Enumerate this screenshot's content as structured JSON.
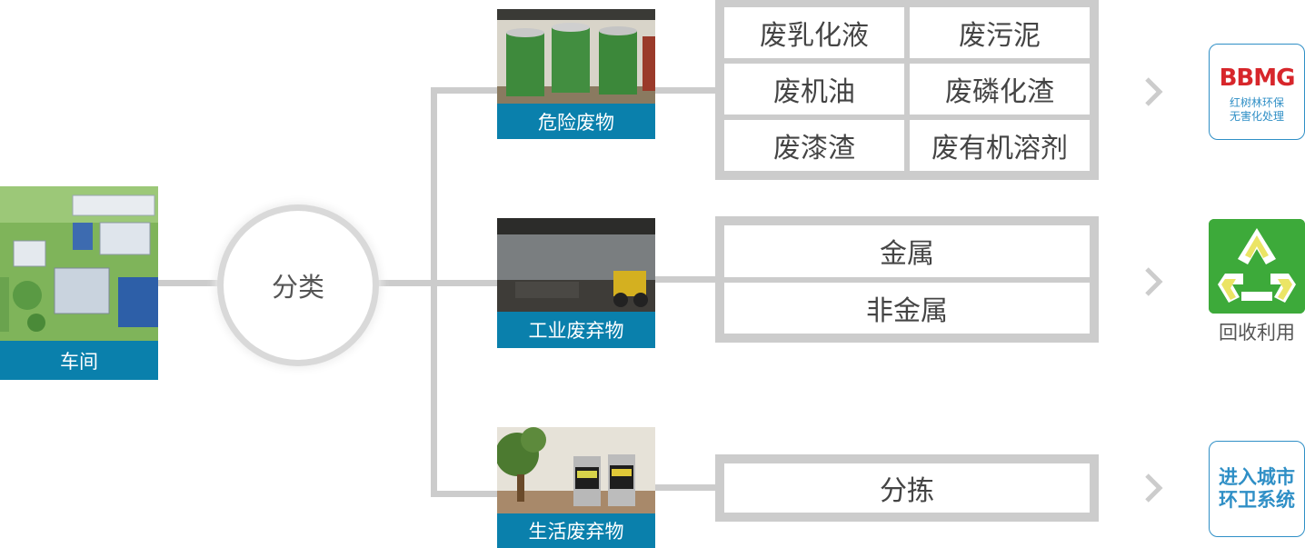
{
  "source": {
    "label": "车间"
  },
  "classify": {
    "label": "分类"
  },
  "categories": [
    {
      "label": "危险废物"
    },
    {
      "label": "工业废弃物"
    },
    {
      "label": "生活废弃物"
    }
  ],
  "hazardous_items": [
    "废乳化液",
    "废污泥",
    "废机油",
    "废磷化渣",
    "废漆渣",
    "废有机溶剂"
  ],
  "industrial_items": [
    "金属",
    "非金属"
  ],
  "domestic_items": [
    "分拣"
  ],
  "destinations": {
    "bbmg": {
      "logo": "BBMG",
      "line1": "红树林环保",
      "line2": "无害化处理"
    },
    "recycle": {
      "label": "回收利用"
    },
    "city": {
      "line1": "进入城市",
      "line2": "环卫系统"
    }
  },
  "colors": {
    "caption_bg": "#0a80ac",
    "connector": "#cccccc",
    "accent_blue": "#2f8fc6",
    "logo_red": "#d7262b",
    "recycle_green": "#3daa3a"
  }
}
